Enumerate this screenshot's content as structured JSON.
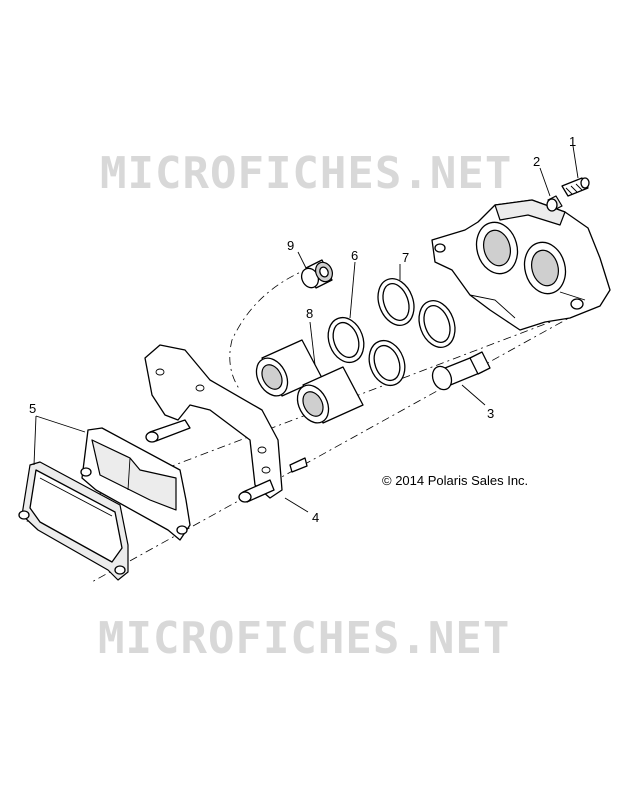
{
  "watermark_text": "MICROFICHES.NET",
  "copyright_text": "© 2014 Polaris Sales Inc.",
  "callouts": {
    "c1": "1",
    "c2": "2",
    "c3": "3",
    "c4": "4",
    "c5": "5",
    "c6": "6",
    "c7": "7",
    "c8": "8",
    "c9": "9"
  }
}
